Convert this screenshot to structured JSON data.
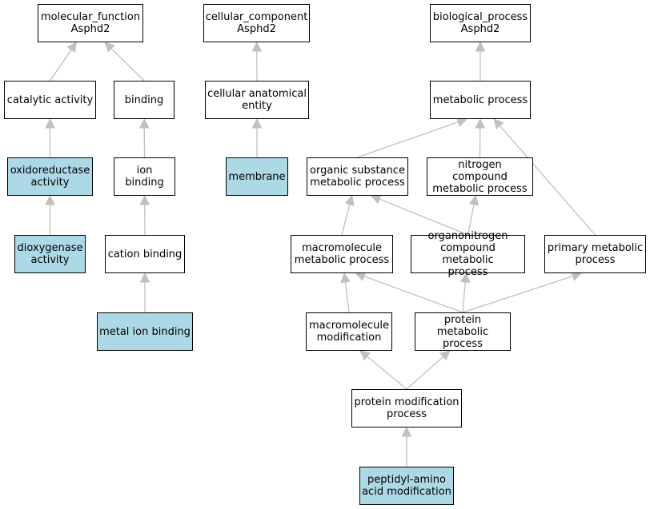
{
  "colors": {
    "highlight": "#add8e6",
    "node_fill": "#ffffff",
    "edge": "#c0c0c0",
    "border": "#000000"
  },
  "nodes": {
    "mf": {
      "lines": [
        "molecular_function",
        "Asphd2"
      ],
      "highlighted": false
    },
    "cc": {
      "lines": [
        "cellular_component",
        "Asphd2"
      ],
      "highlighted": false
    },
    "bp": {
      "lines": [
        "biological_process",
        "Asphd2"
      ],
      "highlighted": false
    },
    "catalytic": {
      "lines": [
        "catalytic activity"
      ],
      "highlighted": false
    },
    "binding": {
      "lines": [
        "binding"
      ],
      "highlighted": false
    },
    "cae": {
      "lines": [
        "cellular anatomical",
        "entity"
      ],
      "highlighted": false
    },
    "metab": {
      "lines": [
        "metabolic process"
      ],
      "highlighted": false
    },
    "oxido": {
      "lines": [
        "oxidoreductase",
        "activity"
      ],
      "highlighted": true
    },
    "ionb": {
      "lines": [
        "ion binding"
      ],
      "highlighted": false
    },
    "membrane": {
      "lines": [
        "membrane"
      ],
      "highlighted": true
    },
    "osmp": {
      "lines": [
        "organic substance",
        "metabolic process"
      ],
      "highlighted": false
    },
    "ncmp": {
      "lines": [
        "nitrogen compound",
        "metabolic process"
      ],
      "highlighted": false
    },
    "dioxy": {
      "lines": [
        "dioxygenase",
        "activity"
      ],
      "highlighted": true
    },
    "cationb": {
      "lines": [
        "cation binding"
      ],
      "highlighted": false
    },
    "mmp": {
      "lines": [
        "macromolecule",
        "metabolic process"
      ],
      "highlighted": false
    },
    "oncmp": {
      "lines": [
        "organonitrogen",
        "compound metabolic",
        "process"
      ],
      "highlighted": false
    },
    "pmp": {
      "lines": [
        "primary metabolic",
        "process"
      ],
      "highlighted": false
    },
    "metalion": {
      "lines": [
        "metal ion binding"
      ],
      "highlighted": true
    },
    "mmod": {
      "lines": [
        "macromolecule",
        "modification"
      ],
      "highlighted": false
    },
    "protmp": {
      "lines": [
        "protein metabolic",
        "process"
      ],
      "highlighted": false
    },
    "pmodp": {
      "lines": [
        "protein modification",
        "process"
      ],
      "highlighted": false
    },
    "peptidyl": {
      "lines": [
        "peptidyl-amino",
        "acid modification"
      ],
      "highlighted": true
    }
  },
  "edges": [
    [
      "catalytic",
      "mf"
    ],
    [
      "binding",
      "mf"
    ],
    [
      "oxido",
      "catalytic"
    ],
    [
      "dioxy",
      "oxido"
    ],
    [
      "ionb",
      "binding"
    ],
    [
      "cationb",
      "ionb"
    ],
    [
      "metalion",
      "cationb"
    ],
    [
      "cae",
      "cc"
    ],
    [
      "membrane",
      "cae"
    ],
    [
      "metab",
      "bp"
    ],
    [
      "osmp",
      "metab"
    ],
    [
      "ncmp",
      "metab"
    ],
    [
      "pmp",
      "metab"
    ],
    [
      "mmp",
      "osmp"
    ],
    [
      "oncmp",
      "osmp"
    ],
    [
      "oncmp",
      "ncmp"
    ],
    [
      "mmod",
      "mmp"
    ],
    [
      "protmp",
      "mmp"
    ],
    [
      "protmp",
      "oncmp"
    ],
    [
      "protmp",
      "pmp"
    ],
    [
      "pmodp",
      "mmod"
    ],
    [
      "pmodp",
      "protmp"
    ],
    [
      "peptidyl",
      "pmodp"
    ]
  ]
}
